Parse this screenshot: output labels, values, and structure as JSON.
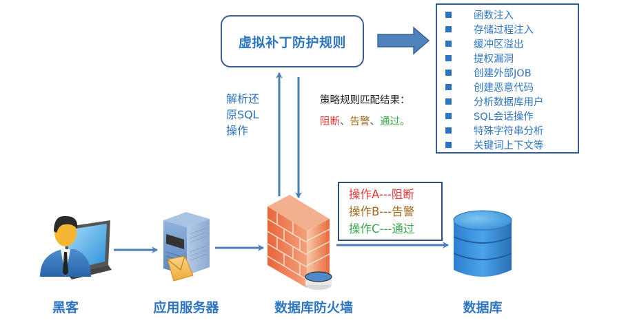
{
  "rule_box": {
    "title": "虚拟补丁防护规则"
  },
  "rule_list": {
    "items": [
      "函数注入",
      "存储过程注入",
      "缓冲区溢出",
      "提权漏洞",
      "创建外部JOB",
      "创建恶意代码",
      "分析数据库用户",
      "SQL会话操作",
      "特殊字符串分析",
      "关键词上下文等"
    ]
  },
  "parse_label": {
    "lines": [
      "解析还",
      "原SQL",
      "操作"
    ]
  },
  "policy": {
    "title": "策略规则匹配结果：",
    "results": [
      {
        "text": "阻断",
        "color": "#e8383a"
      },
      {
        "text": "、",
        "color": "#555555"
      },
      {
        "text": "告警",
        "color": "#a0691e"
      },
      {
        "text": "、",
        "color": "#555555"
      },
      {
        "text": "通过。",
        "color": "#3aa84a"
      }
    ]
  },
  "operations": [
    {
      "text": "操作A---阻断",
      "color": "#e8383a"
    },
    {
      "text": "操作B---告警",
      "color": "#a0691e"
    },
    {
      "text": "操作C---通过",
      "color": "#3aa84a"
    }
  ],
  "nodes": {
    "hacker": {
      "label": "黑客",
      "icon": "hacker-laptop-icon"
    },
    "app_server": {
      "label": "应用服务器",
      "icon": "server-mail-icon"
    },
    "db_firewall": {
      "label": "数据库防火墙",
      "icon": "firewall-icon"
    },
    "database": {
      "label": "数据库",
      "icon": "database-icon"
    }
  },
  "colors": {
    "accent": "#2e75c0",
    "arrow": "#4a7ebb",
    "box_border": "#2e5d97"
  }
}
